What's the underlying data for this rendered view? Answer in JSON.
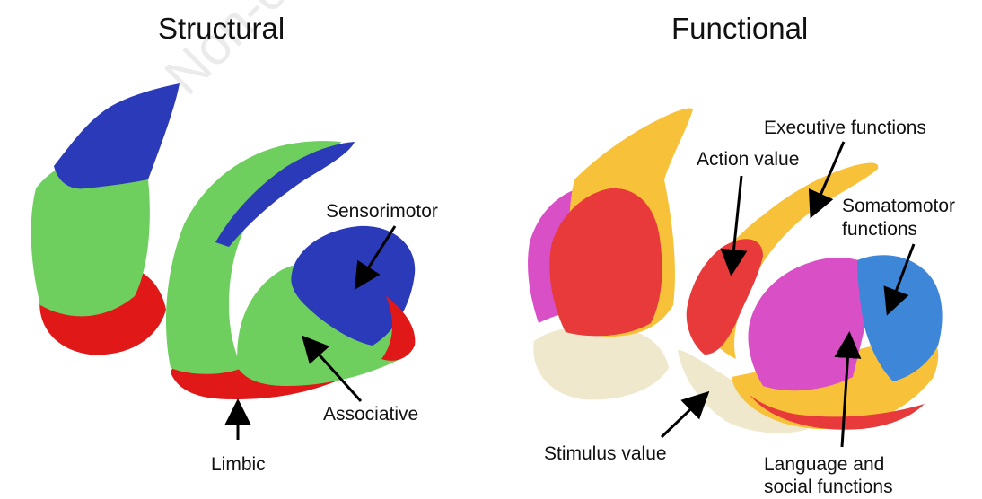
{
  "panels": {
    "structural": {
      "title": "Structural",
      "labels": {
        "sensorimotor": "Sensorimotor",
        "associative": "Associative",
        "limbic": "Limbic"
      },
      "colors": {
        "sensorimotor": "#2b3ab8",
        "associative": "#6fcf5e",
        "limbic": "#e01818"
      }
    },
    "functional": {
      "title": "Functional",
      "labels": {
        "executive": "Executive functions",
        "action_value": "Action value",
        "somatomotor_1": "Somatomotor",
        "somatomotor_2": "functions",
        "stimulus_value": "Stimulus value",
        "language_1": "Language and",
        "language_2": "social functions"
      },
      "colors": {
        "executive": "#f7c23a",
        "action_value": "#e83a3a",
        "somatomotor": "#3d86d8",
        "stimulus_value": "#efe8cc",
        "language": "#d94fc6"
      }
    }
  },
  "watermark": "Non-com"
}
